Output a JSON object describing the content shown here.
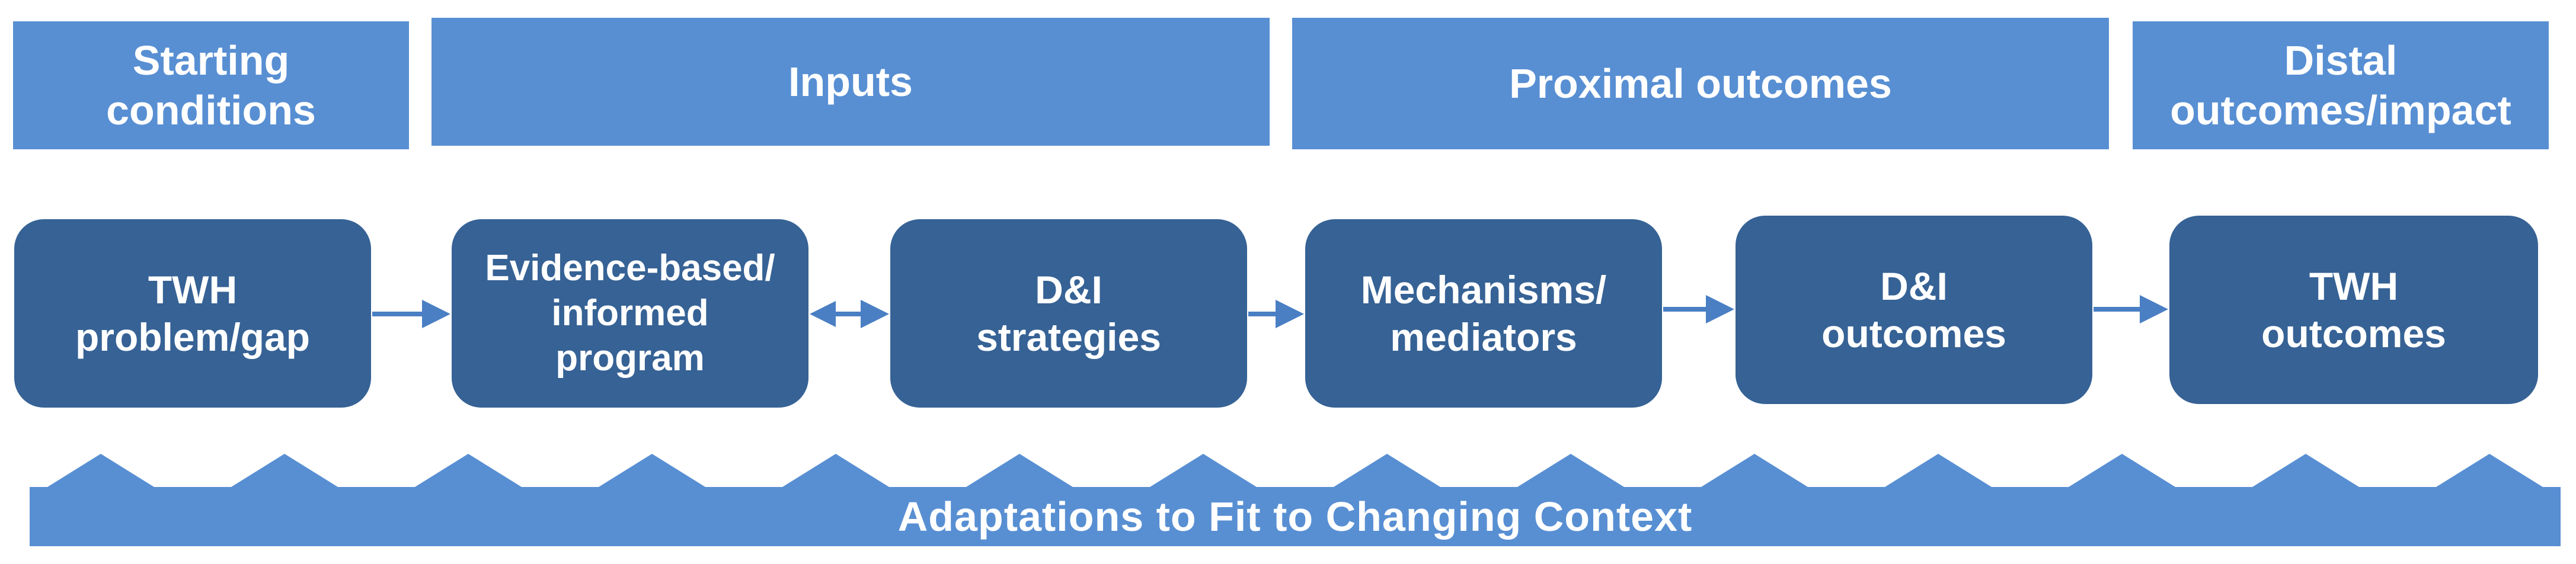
{
  "colors": {
    "header_fill": "#588fd3",
    "box_fill": "#366295",
    "arrow": "#4a7fc4",
    "band_fill": "#588fd3"
  },
  "headers": [
    {
      "id": "starting",
      "label": "Starting\nconditions"
    },
    {
      "id": "inputs",
      "label": "Inputs"
    },
    {
      "id": "proximal",
      "label": "Proximal outcomes"
    },
    {
      "id": "distal",
      "label": "Distal\noutcomes/impact"
    }
  ],
  "boxes": [
    {
      "id": "twh-problem",
      "label": "TWH\nproblem/gap"
    },
    {
      "id": "program",
      "label": "Evidence-based/\ninformed\nprogram"
    },
    {
      "id": "di-strategies",
      "label": "D&I\nstrategies"
    },
    {
      "id": "mechanisms",
      "label": "Mechanisms/\nmediators"
    },
    {
      "id": "di-outcomes",
      "label": "D&I\noutcomes"
    },
    {
      "id": "twh-outcomes",
      "label": "TWH\noutcomes"
    }
  ],
  "connections": [
    {
      "from": "twh-problem",
      "to": "program",
      "type": "one-way"
    },
    {
      "from": "program",
      "to": "di-strategies",
      "type": "two-way"
    },
    {
      "from": "di-strategies",
      "to": "mechanisms",
      "type": "one-way"
    },
    {
      "from": "mechanisms",
      "to": "di-outcomes",
      "type": "one-way"
    },
    {
      "from": "di-outcomes",
      "to": "twh-outcomes",
      "type": "one-way"
    }
  ],
  "band": {
    "label": "Adaptations to Fit to Changing Context"
  }
}
